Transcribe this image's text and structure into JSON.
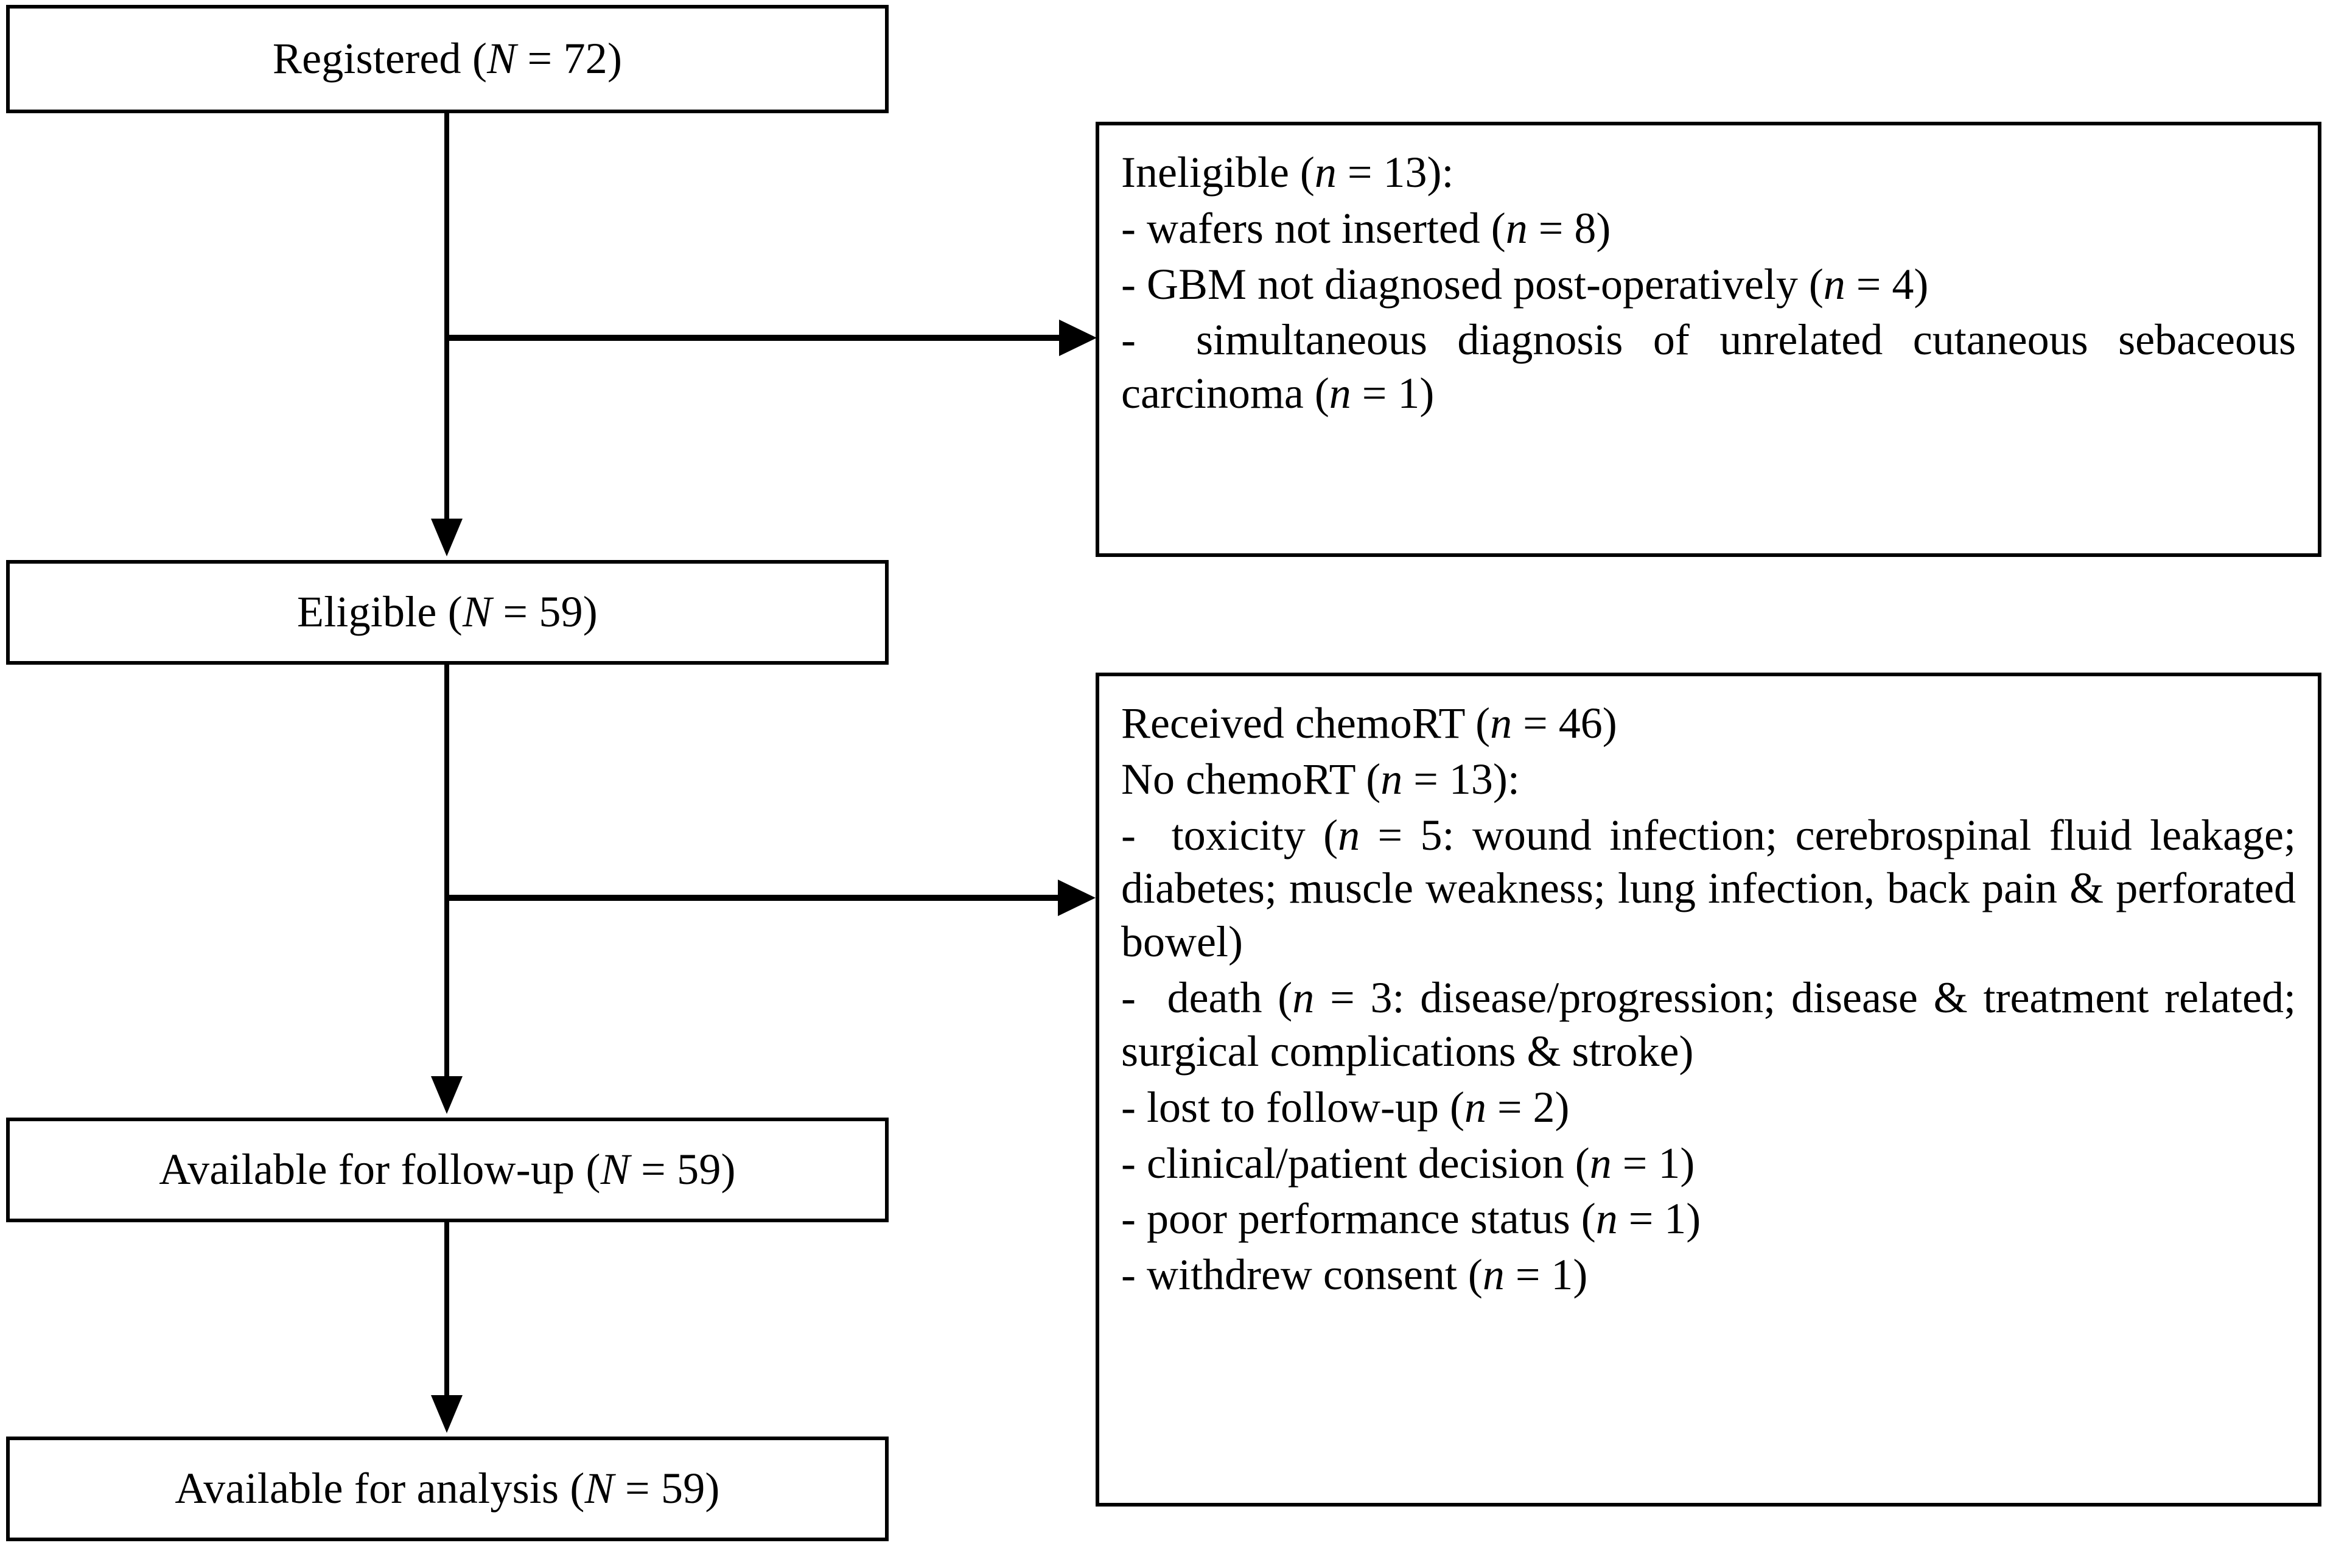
{
  "diagram": {
    "title": "CONSORT-style participant flow diagram",
    "stroke_color": "#000000",
    "background_color": "#ffffff",
    "nodes": {
      "registered": {
        "label": "Registered (N = 72)"
      },
      "eligible": {
        "label": "Eligible (N = 59)"
      },
      "follow_up": {
        "label": "Available for follow-up (N = 59)"
      },
      "analysis": {
        "label": "Available for analysis (N = 59)"
      }
    },
    "ineligible_box": {
      "lines": [
        "Ineligible (n = 13):",
        "- wafers not inserted (n = 8)",
        "- GBM not diagnosed post-operatively (n = 4)",
        "- simultaneous diagnosis of unrelated cutaneous sebaceous carcinoma (n = 1)"
      ]
    },
    "chemort_box": {
      "lines": [
        "Received chemoRT (n = 46)",
        "No chemoRT (n = 13):",
        "- toxicity (n = 5: wound infection; cerebrospinal fluid leakage; diabetes; muscle weakness; lung infection, back pain & perforated bowel)",
        "- death (n = 3: disease/progression; disease & treatment related; surgical complications & stroke)",
        "- lost to follow-up (n = 2)",
        "- clinical/patient decision (n = 1)",
        "- poor performance status (n = 1)",
        "- withdrew consent (n = 1)"
      ]
    },
    "counts": {
      "registered_N": 72,
      "eligible_N": 59,
      "follow_up_N": 59,
      "analysis_N": 59,
      "ineligible_n": 13,
      "wafers_not_inserted_n": 8,
      "gbm_not_diagnosed_n": 4,
      "sebaceous_carcinoma_n": 1,
      "received_chemort_n": 46,
      "no_chemort_n": 13,
      "toxicity_n": 5,
      "death_n": 3,
      "lost_to_follow_up_n": 2,
      "clinical_patient_decision_n": 1,
      "poor_performance_status_n": 1,
      "withdrew_consent_n": 1
    }
  }
}
